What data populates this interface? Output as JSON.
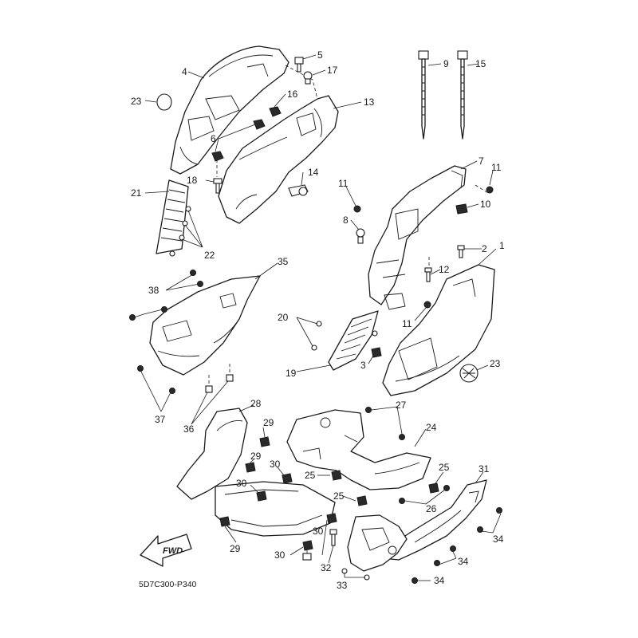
{
  "diagram": {
    "code": "5D7C300-P340",
    "fwd_label": "FWD",
    "callouts": [
      {
        "id": "c4a",
        "label": "4"
      },
      {
        "id": "c5",
        "label": "5"
      },
      {
        "id": "c17",
        "label": "17"
      },
      {
        "id": "c16",
        "label": "16"
      },
      {
        "id": "c13",
        "label": "13"
      },
      {
        "id": "c23a",
        "label": "23"
      },
      {
        "id": "c6",
        "label": "6"
      },
      {
        "id": "c18",
        "label": "18"
      },
      {
        "id": "c14",
        "label": "14"
      },
      {
        "id": "c21",
        "label": "21"
      },
      {
        "id": "c22",
        "label": "22"
      },
      {
        "id": "c9",
        "label": "9"
      },
      {
        "id": "c15",
        "label": "15"
      },
      {
        "id": "c7",
        "label": "7"
      },
      {
        "id": "c11a",
        "label": "11"
      },
      {
        "id": "c11b",
        "label": "11"
      },
      {
        "id": "c10",
        "label": "10"
      },
      {
        "id": "c8",
        "label": "8"
      },
      {
        "id": "c2",
        "label": "2"
      },
      {
        "id": "c1",
        "label": "1"
      },
      {
        "id": "c12",
        "label": "12"
      },
      {
        "id": "c11c",
        "label": "11"
      },
      {
        "id": "c35",
        "label": "35"
      },
      {
        "id": "c38",
        "label": "38"
      },
      {
        "id": "c20",
        "label": "20"
      },
      {
        "id": "c3",
        "label": "3"
      },
      {
        "id": "c19",
        "label": "19"
      },
      {
        "id": "c23b",
        "label": "23"
      },
      {
        "id": "c37",
        "label": "37"
      },
      {
        "id": "c36",
        "label": "36"
      },
      {
        "id": "c28",
        "label": "28"
      },
      {
        "id": "c29a",
        "label": "29"
      },
      {
        "id": "c29b",
        "label": "29"
      },
      {
        "id": "c30a",
        "label": "30"
      },
      {
        "id": "c30b",
        "label": "30"
      },
      {
        "id": "c29c",
        "label": "29"
      },
      {
        "id": "c30c",
        "label": "30"
      },
      {
        "id": "c30d",
        "label": "30"
      },
      {
        "id": "c32",
        "label": "32"
      },
      {
        "id": "c27",
        "label": "27"
      },
      {
        "id": "c24",
        "label": "24"
      },
      {
        "id": "c25a",
        "label": "25"
      },
      {
        "id": "c25b",
        "label": "25"
      },
      {
        "id": "c25c",
        "label": "25"
      },
      {
        "id": "c26",
        "label": "26"
      },
      {
        "id": "c31",
        "label": "31"
      },
      {
        "id": "c34a",
        "label": "34"
      },
      {
        "id": "c34b",
        "label": "34"
      },
      {
        "id": "c34c",
        "label": "34"
      },
      {
        "id": "c33",
        "label": "33"
      }
    ]
  }
}
